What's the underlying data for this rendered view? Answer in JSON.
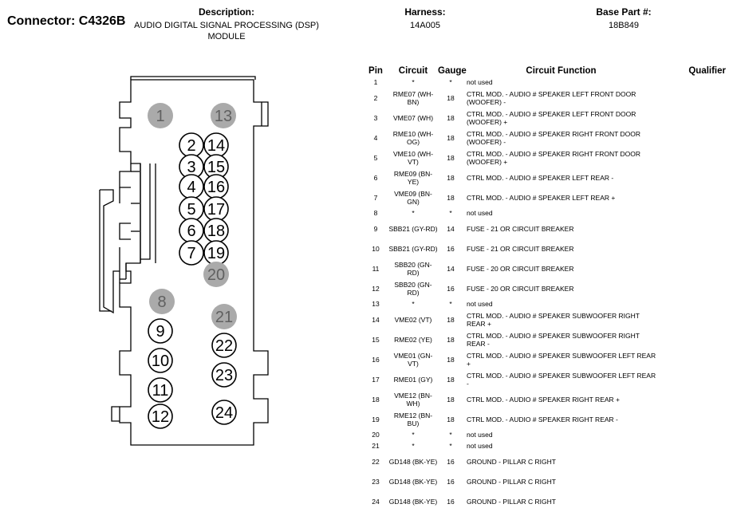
{
  "header": {
    "connector": "Connector: C4326B",
    "description_label": "Description:",
    "description_value": "AUDIO DIGITAL SIGNAL PROCESSING (DSP) MODULE",
    "harness_label": "Harness:",
    "harness_value": "14A005",
    "base_part_label": "Base Part #:",
    "base_part_value": "18B849"
  },
  "table": {
    "columns": [
      "Pin",
      "Circuit",
      "Gauge",
      "Circuit Function",
      "Qualifier"
    ],
    "rows": [
      {
        "pin": "1",
        "circuit": "*",
        "gauge": "*",
        "function": "not used",
        "qualifier": ""
      },
      {
        "pin": "2",
        "circuit": "RME07 (WH-BN)",
        "gauge": "18",
        "function": "CTRL MOD. - AUDIO # SPEAKER LEFT FRONT DOOR (WOOFER) -",
        "qualifier": ""
      },
      {
        "pin": "3",
        "circuit": "VME07 (WH)",
        "gauge": "18",
        "function": "CTRL MOD. - AUDIO # SPEAKER LEFT FRONT DOOR (WOOFER) +",
        "qualifier": ""
      },
      {
        "pin": "4",
        "circuit": "RME10 (WH-OG)",
        "gauge": "18",
        "function": "CTRL MOD. - AUDIO # SPEAKER RIGHT FRONT DOOR (WOOFER) -",
        "qualifier": ""
      },
      {
        "pin": "5",
        "circuit": "VME10 (WH-VT)",
        "gauge": "18",
        "function": "CTRL MOD. - AUDIO # SPEAKER RIGHT FRONT DOOR (WOOFER) +",
        "qualifier": ""
      },
      {
        "pin": "6",
        "circuit": "RME09 (BN-YE)",
        "gauge": "18",
        "function": "CTRL MOD. - AUDIO # SPEAKER LEFT REAR -",
        "qualifier": ""
      },
      {
        "pin": "7",
        "circuit": "VME09 (BN-GN)",
        "gauge": "18",
        "function": "CTRL MOD. - AUDIO # SPEAKER LEFT REAR +",
        "qualifier": ""
      },
      {
        "pin": "8",
        "circuit": "*",
        "gauge": "*",
        "function": "not used",
        "qualifier": ""
      },
      {
        "pin": "9",
        "circuit": "SBB21 (GY-RD)",
        "gauge": "14",
        "function": "FUSE - 21 OR CIRCUIT BREAKER",
        "qualifier": ""
      },
      {
        "pin": "10",
        "circuit": "SBB21 (GY-RD)",
        "gauge": "16",
        "function": "FUSE - 21 OR CIRCUIT BREAKER",
        "qualifier": ""
      },
      {
        "pin": "11",
        "circuit": "SBB20 (GN-RD)",
        "gauge": "14",
        "function": "FUSE - 20 OR CIRCUIT BREAKER",
        "qualifier": ""
      },
      {
        "pin": "12",
        "circuit": "SBB20 (GN-RD)",
        "gauge": "16",
        "function": "FUSE - 20 OR CIRCUIT BREAKER",
        "qualifier": ""
      },
      {
        "pin": "13",
        "circuit": "*",
        "gauge": "*",
        "function": "not used",
        "qualifier": ""
      },
      {
        "pin": "14",
        "circuit": "VME02 (VT)",
        "gauge": "18",
        "function": "CTRL MOD. - AUDIO # SPEAKER SUBWOOFER RIGHT REAR +",
        "qualifier": ""
      },
      {
        "pin": "15",
        "circuit": "RME02 (YE)",
        "gauge": "18",
        "function": "CTRL MOD. - AUDIO # SPEAKER SUBWOOFER RIGHT REAR -",
        "qualifier": ""
      },
      {
        "pin": "16",
        "circuit": "VME01 (GN-VT)",
        "gauge": "18",
        "function": "CTRL MOD. - AUDIO # SPEAKER SUBWOOFER LEFT REAR +",
        "qualifier": ""
      },
      {
        "pin": "17",
        "circuit": "RME01 (GY)",
        "gauge": "18",
        "function": "CTRL MOD. - AUDIO # SPEAKER SUBWOOFER LEFT REAR -",
        "qualifier": ""
      },
      {
        "pin": "18",
        "circuit": "VME12 (BN-WH)",
        "gauge": "18",
        "function": "CTRL MOD. - AUDIO # SPEAKER RIGHT REAR +",
        "qualifier": ""
      },
      {
        "pin": "19",
        "circuit": "RME12 (BN-BU)",
        "gauge": "18",
        "function": "CTRL MOD. - AUDIO # SPEAKER RIGHT REAR -",
        "qualifier": ""
      },
      {
        "pin": "20",
        "circuit": "*",
        "gauge": "*",
        "function": "not used",
        "qualifier": ""
      },
      {
        "pin": "21",
        "circuit": "*",
        "gauge": "*",
        "function": "not used",
        "qualifier": ""
      },
      {
        "pin": "22",
        "circuit": "GD148 (BK-YE)",
        "gauge": "16",
        "function": "GROUND - PILLAR C RIGHT",
        "qualifier": ""
      },
      {
        "pin": "23",
        "circuit": "GD148 (BK-YE)",
        "gauge": "16",
        "function": "GROUND - PILLAR C RIGHT",
        "qualifier": ""
      },
      {
        "pin": "24",
        "circuit": "GD148 (BK-YE)",
        "gauge": "16",
        "function": "GROUND - PILLAR C RIGHT",
        "qualifier": ""
      }
    ]
  },
  "diagram": {
    "pins": [
      {
        "label": "1",
        "used": false
      },
      {
        "label": "13",
        "used": false
      },
      {
        "label": "2",
        "used": true
      },
      {
        "label": "14",
        "used": true
      },
      {
        "label": "3",
        "used": true
      },
      {
        "label": "15",
        "used": true
      },
      {
        "label": "4",
        "used": true
      },
      {
        "label": "16",
        "used": true
      },
      {
        "label": "5",
        "used": true
      },
      {
        "label": "17",
        "used": true
      },
      {
        "label": "6",
        "used": true
      },
      {
        "label": "18",
        "used": true
      },
      {
        "label": "7",
        "used": true
      },
      {
        "label": "19",
        "used": true
      },
      {
        "label": "20",
        "used": false
      },
      {
        "label": "8",
        "used": false
      },
      {
        "label": "21",
        "used": false
      },
      {
        "label": "9",
        "used": true
      },
      {
        "label": "22",
        "used": true
      },
      {
        "label": "10",
        "used": true
      },
      {
        "label": "23",
        "used": true
      },
      {
        "label": "11",
        "used": true
      },
      {
        "label": "24",
        "used": true
      },
      {
        "label": "12",
        "used": true
      }
    ],
    "colors": {
      "unused_fill": "#aaaaaa",
      "unused_text": "#606060",
      "outline": "#000000"
    }
  }
}
